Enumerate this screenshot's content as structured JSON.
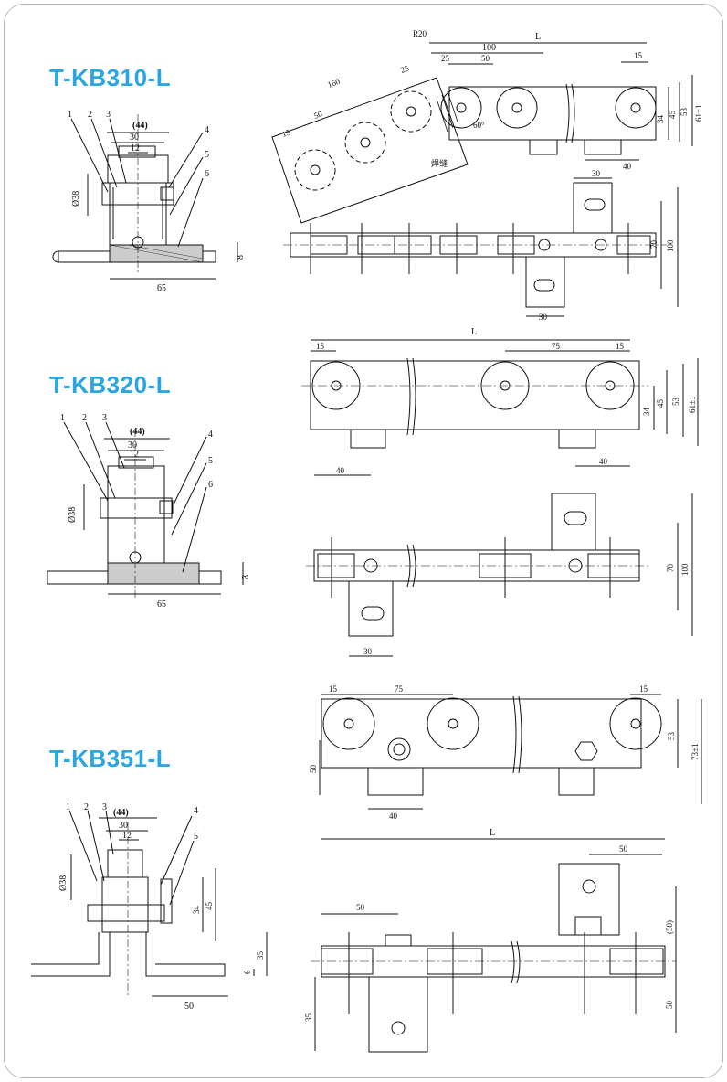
{
  "sections": [
    {
      "id": "kb310",
      "title": "T-KB310-L"
    },
    {
      "id": "kb320",
      "title": "T-KB320-L"
    },
    {
      "id": "kb351",
      "title": "T-KB351-L"
    }
  ],
  "callouts": {
    "p1": "1",
    "p2": "2",
    "p3": "3",
    "p4": "4",
    "p5": "5",
    "p6": "6"
  },
  "dims": {
    "d44": "(44)",
    "d30": "30",
    "d12": "12",
    "d38": "Ø38",
    "d65": "65",
    "d8": "8",
    "L": "L",
    "d100": "100",
    "d25": "25",
    "d50": "50",
    "d15": "15",
    "d160": "160",
    "R20": "R20",
    "d60deg": "60°",
    "d34": "34",
    "d45": "45",
    "d53": "53",
    "d61": "61±1",
    "d40": "40",
    "d70": "70",
    "d75": "75",
    "d73": "73±1",
    "d35": "35",
    "d6": "6",
    "d50p": "(50)",
    "weld": "焊缝"
  },
  "colors": {
    "title": "#2aa6e0",
    "line": "#111111",
    "frame": "#b9b9b9"
  }
}
